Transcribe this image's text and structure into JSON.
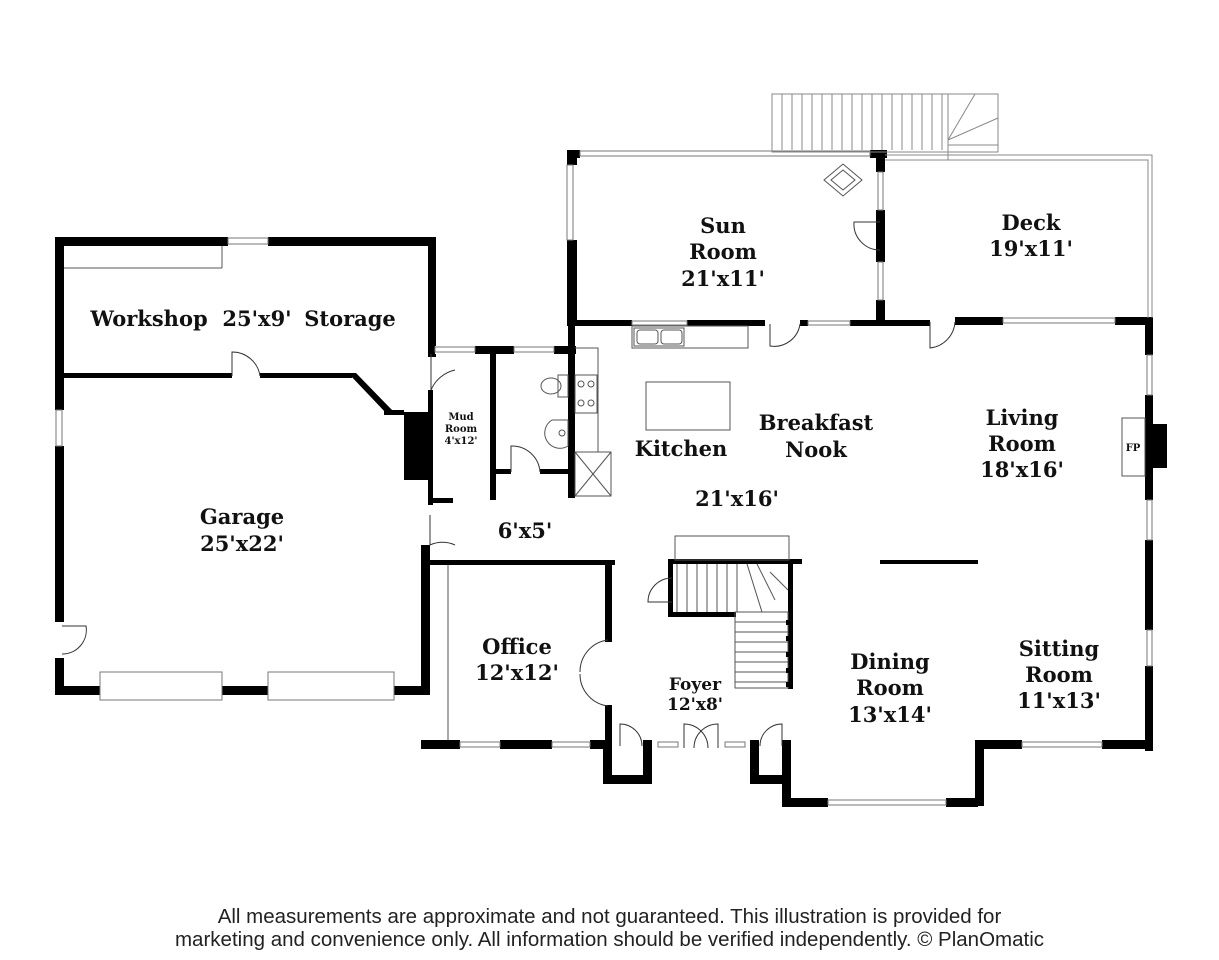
{
  "rooms": {
    "workshop": {
      "name": "Workshop",
      "dims": "25'x9'"
    },
    "storage": {
      "name": "Storage"
    },
    "garage": {
      "name": "Garage",
      "dims": "25'x22'"
    },
    "mud_room": {
      "name_line1": "Mud",
      "name_line2": "Room",
      "dims": "4'x12'"
    },
    "sun_room": {
      "name_line1": "Sun",
      "name_line2": "Room",
      "dims": "21'x11'"
    },
    "deck": {
      "name": "Deck",
      "dims": "19'x11'"
    },
    "kitchen": {
      "name": "Kitchen"
    },
    "breakfast_nook": {
      "name_line1": "Breakfast",
      "name_line2": "Nook"
    },
    "kitchen_nook_dims": "21'x16'",
    "living_room": {
      "name_line1": "Living",
      "name_line2": "Room",
      "dims": "18'x16'"
    },
    "fireplace": {
      "label": "FP"
    },
    "hall": {
      "dims": "6'x5'"
    },
    "office": {
      "name": "Office",
      "dims": "12'x12'"
    },
    "foyer": {
      "name": "Foyer",
      "dims": "12'x8'"
    },
    "dining_room": {
      "name_line1": "Dining",
      "name_line2": "Room",
      "dims": "13'x14'"
    },
    "sitting_room": {
      "name_line1": "Sitting",
      "name_line2": "Room",
      "dims": "11'x13'"
    }
  },
  "disclaimer": {
    "line1": "All measurements are approximate and not guaranteed. This illustration is provided for",
    "line2": "marketing and convenience only. All information should be verified independently. © PlanOmatic"
  },
  "colors": {
    "wall": "#000000",
    "fixture": "#555555",
    "window": "#777777"
  }
}
